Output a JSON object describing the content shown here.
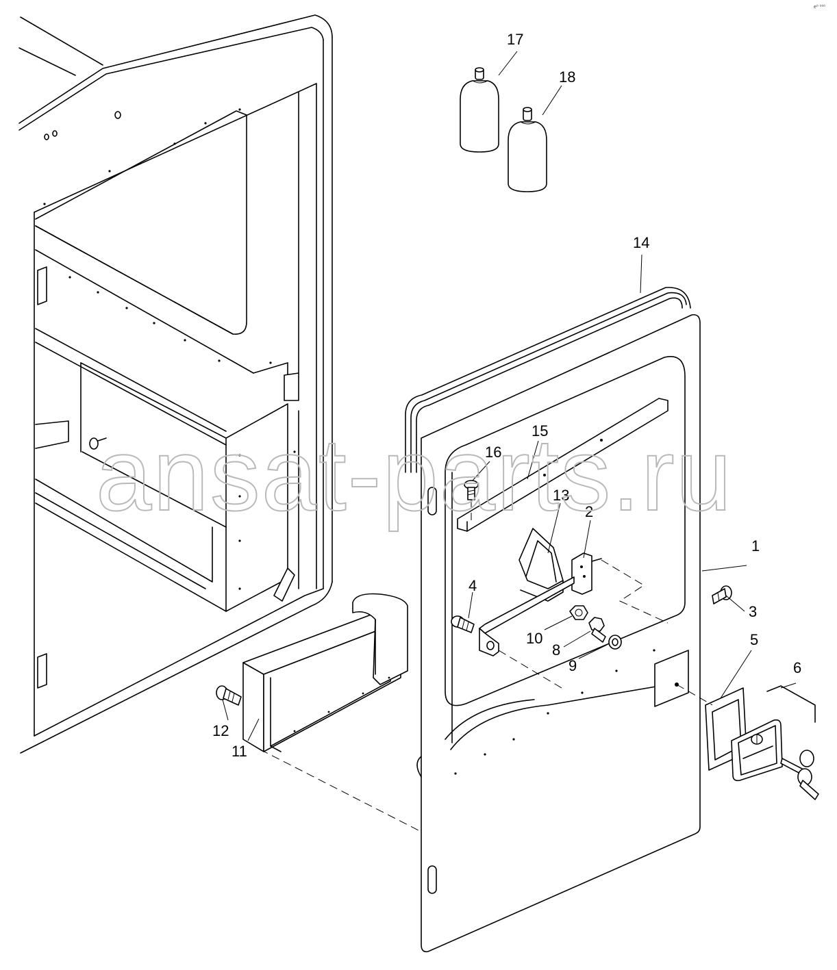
{
  "watermark": "ansat-parts.ru",
  "corner_code": "e⁰ ⁰⁰⁰",
  "callouts": [
    {
      "num": "1"
    },
    {
      "num": "2"
    },
    {
      "num": "3"
    },
    {
      "num": "4"
    },
    {
      "num": "5"
    },
    {
      "num": "6"
    },
    {
      "num": "8"
    },
    {
      "num": "9"
    },
    {
      "num": "10"
    },
    {
      "num": "11"
    },
    {
      "num": "12"
    },
    {
      "num": "13"
    },
    {
      "num": "14"
    },
    {
      "num": "15"
    },
    {
      "num": "16"
    },
    {
      "num": "17"
    },
    {
      "num": "18"
    }
  ]
}
